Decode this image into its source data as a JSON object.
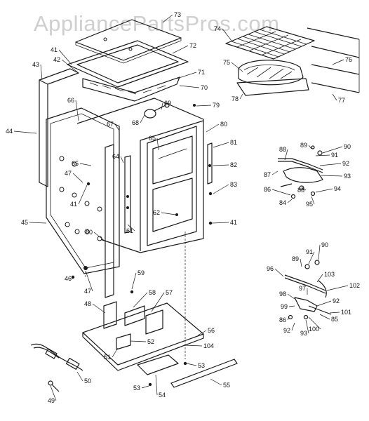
{
  "watermark": "AppliancePartsPros.com",
  "callouts": [
    {
      "id": "c73",
      "label": "73"
    },
    {
      "id": "c74",
      "label": "74"
    },
    {
      "id": "c72",
      "label": "72"
    },
    {
      "id": "c41a",
      "label": "41"
    },
    {
      "id": "c42",
      "label": "42"
    },
    {
      "id": "c43",
      "label": "43"
    },
    {
      "id": "c71",
      "label": "71"
    },
    {
      "id": "c70",
      "label": "70"
    },
    {
      "id": "c75",
      "label": "75"
    },
    {
      "id": "c76",
      "label": "76"
    },
    {
      "id": "c77",
      "label": "77"
    },
    {
      "id": "c78",
      "label": "78"
    },
    {
      "id": "c79",
      "label": "79"
    },
    {
      "id": "c69",
      "label": "69"
    },
    {
      "id": "c68",
      "label": "68"
    },
    {
      "id": "c66",
      "label": "66"
    },
    {
      "id": "c67",
      "label": "67"
    },
    {
      "id": "c65a",
      "label": "65"
    },
    {
      "id": "c65b",
      "label": "65"
    },
    {
      "id": "c64",
      "label": "64"
    },
    {
      "id": "c80",
      "label": "80"
    },
    {
      "id": "c81",
      "label": "81"
    },
    {
      "id": "c82",
      "label": "82"
    },
    {
      "id": "c83",
      "label": "83"
    },
    {
      "id": "c41b",
      "label": "41"
    },
    {
      "id": "c41c",
      "label": "41"
    },
    {
      "id": "c44",
      "label": "44"
    },
    {
      "id": "c45",
      "label": "45"
    },
    {
      "id": "c47a",
      "label": "47"
    },
    {
      "id": "c47b",
      "label": "47"
    },
    {
      "id": "c46",
      "label": "46"
    },
    {
      "id": "c60",
      "label": "60"
    },
    {
      "id": "c61",
      "label": "61"
    },
    {
      "id": "c62",
      "label": "62"
    },
    {
      "id": "c59",
      "label": "59"
    },
    {
      "id": "c58",
      "label": "58"
    },
    {
      "id": "c57",
      "label": "57"
    },
    {
      "id": "c48",
      "label": "48"
    },
    {
      "id": "c56",
      "label": "56"
    },
    {
      "id": "c52",
      "label": "52"
    },
    {
      "id": "c104",
      "label": "104"
    },
    {
      "id": "c51",
      "label": "51"
    },
    {
      "id": "c53a",
      "label": "53"
    },
    {
      "id": "c53b",
      "label": "53"
    },
    {
      "id": "c54",
      "label": "54"
    },
    {
      "id": "c55",
      "label": "55"
    },
    {
      "id": "c50",
      "label": "50"
    },
    {
      "id": "c49",
      "label": "49"
    },
    {
      "id": "c88",
      "label": "88"
    },
    {
      "id": "c89a",
      "label": "89"
    },
    {
      "id": "c90a",
      "label": "90"
    },
    {
      "id": "c91a",
      "label": "91"
    },
    {
      "id": "c92a",
      "label": "92"
    },
    {
      "id": "c93",
      "label": "93"
    },
    {
      "id": "c87",
      "label": "87"
    },
    {
      "id": "c86a",
      "label": "86"
    },
    {
      "id": "c85a",
      "label": "85"
    },
    {
      "id": "c94",
      "label": "94"
    },
    {
      "id": "c84",
      "label": "84"
    },
    {
      "id": "c95",
      "label": "95"
    },
    {
      "id": "c90b",
      "label": "90"
    },
    {
      "id": "c91b",
      "label": "91"
    },
    {
      "id": "c89b",
      "label": "89"
    },
    {
      "id": "c96",
      "label": "96"
    },
    {
      "id": "c103",
      "label": "103"
    },
    {
      "id": "c102",
      "label": "102"
    },
    {
      "id": "c97",
      "label": "97"
    },
    {
      "id": "c98",
      "label": "98"
    },
    {
      "id": "c99",
      "label": "99"
    },
    {
      "id": "c92b",
      "label": "92"
    },
    {
      "id": "c101",
      "label": "101"
    },
    {
      "id": "c86b",
      "label": "86"
    },
    {
      "id": "c85b",
      "label": "85"
    },
    {
      "id": "c92c",
      "label": "92"
    },
    {
      "id": "c93b",
      "label": "93"
    },
    {
      "id": "c100",
      "label": "100"
    }
  ]
}
